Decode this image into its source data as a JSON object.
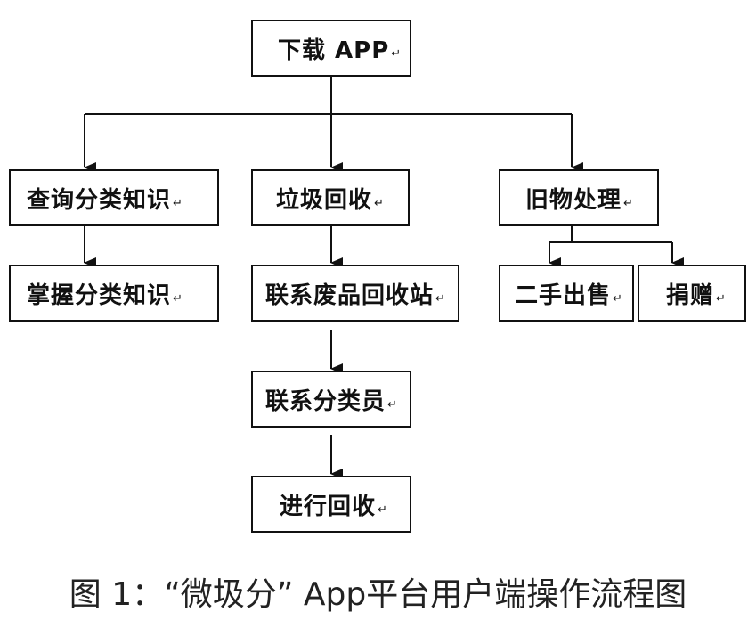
{
  "nodes": {
    "download": "下载 APP",
    "query": "查询分类知识",
    "master": "掌握分类知识",
    "recycle": "垃圾回收",
    "contact_station": "联系废品回收站",
    "contact_sorter": "联系分类员",
    "do_recycle": "进行回收",
    "old_items": "旧物处理",
    "second_hand": "二手出售",
    "donate": "捐赠"
  },
  "paragraph_mark": "↵",
  "caption": "图 1：“微圾分” App平台用户端操作流程图"
}
